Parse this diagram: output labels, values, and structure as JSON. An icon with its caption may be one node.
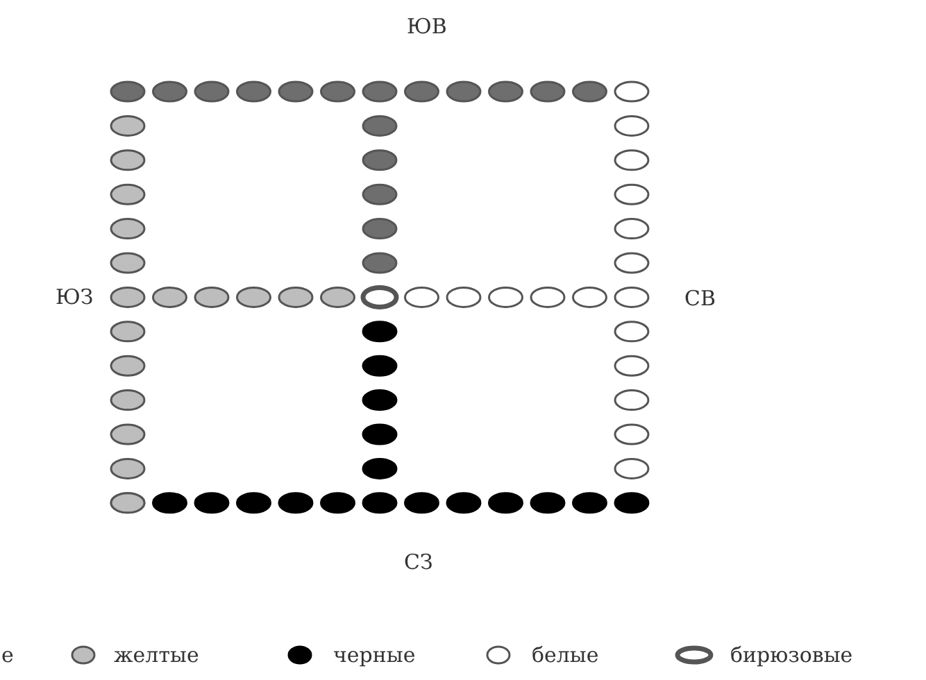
{
  "diagram": {
    "labels": [
      "ЮВ",
      "ЮЗ",
      "СВ",
      "СЗ",
      "е"
    ],
    "legend": [
      {
        "text": "желтые",
        "color": "#bdbdbd"
      },
      {
        "text": "черные",
        "color": "#000000"
      },
      {
        "text": "белые",
        "color": "#ffffff"
      },
      {
        "text": "бирюзовые"
      }
    ]
  }
}
